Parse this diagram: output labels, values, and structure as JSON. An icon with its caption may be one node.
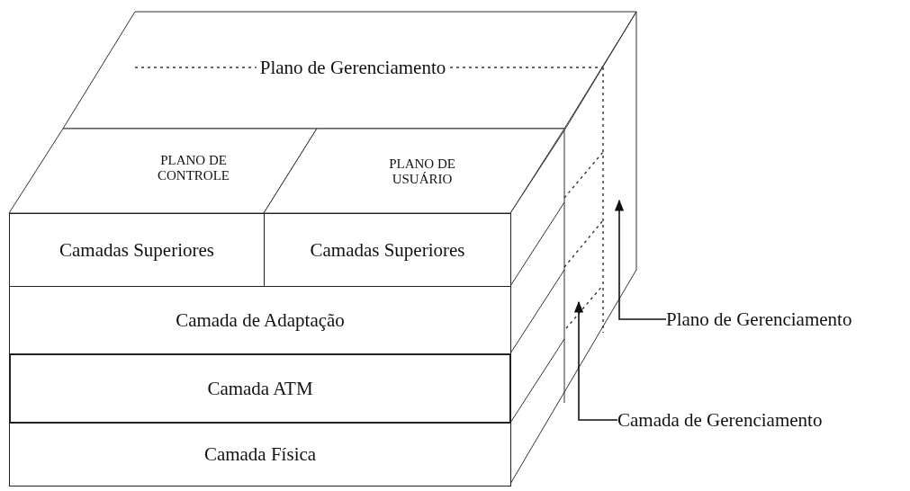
{
  "diagram": {
    "nodes": [
      {
        "text": [
          "Plano de Gerenciamento"
        ]
      },
      {
        "text": [
          "PLANO DE CONTROLE"
        ]
      },
      {
        "text": [
          "PLANO DE USUÁRIO"
        ]
      },
      {
        "text": [
          "Camadas Superiores"
        ]
      },
      {
        "text": [
          "Camadas Superiores"
        ]
      },
      {
        "text": [
          "Camada de Adaptação"
        ]
      },
      {
        "text": [
          "Camada ATM"
        ]
      },
      {
        "text": [
          "Camada Física"
        ]
      },
      {
        "text": [
          "Plano de Gerenciamento"
        ]
      },
      {
        "text": [
          "Camada de Gerenciamento"
        ]
      }
    ],
    "edges": [
      {
        "from": 8,
        "to": null,
        "arrow": "to"
      },
      {
        "from": 9,
        "to": null,
        "arrow": "to"
      }
    ]
  }
}
